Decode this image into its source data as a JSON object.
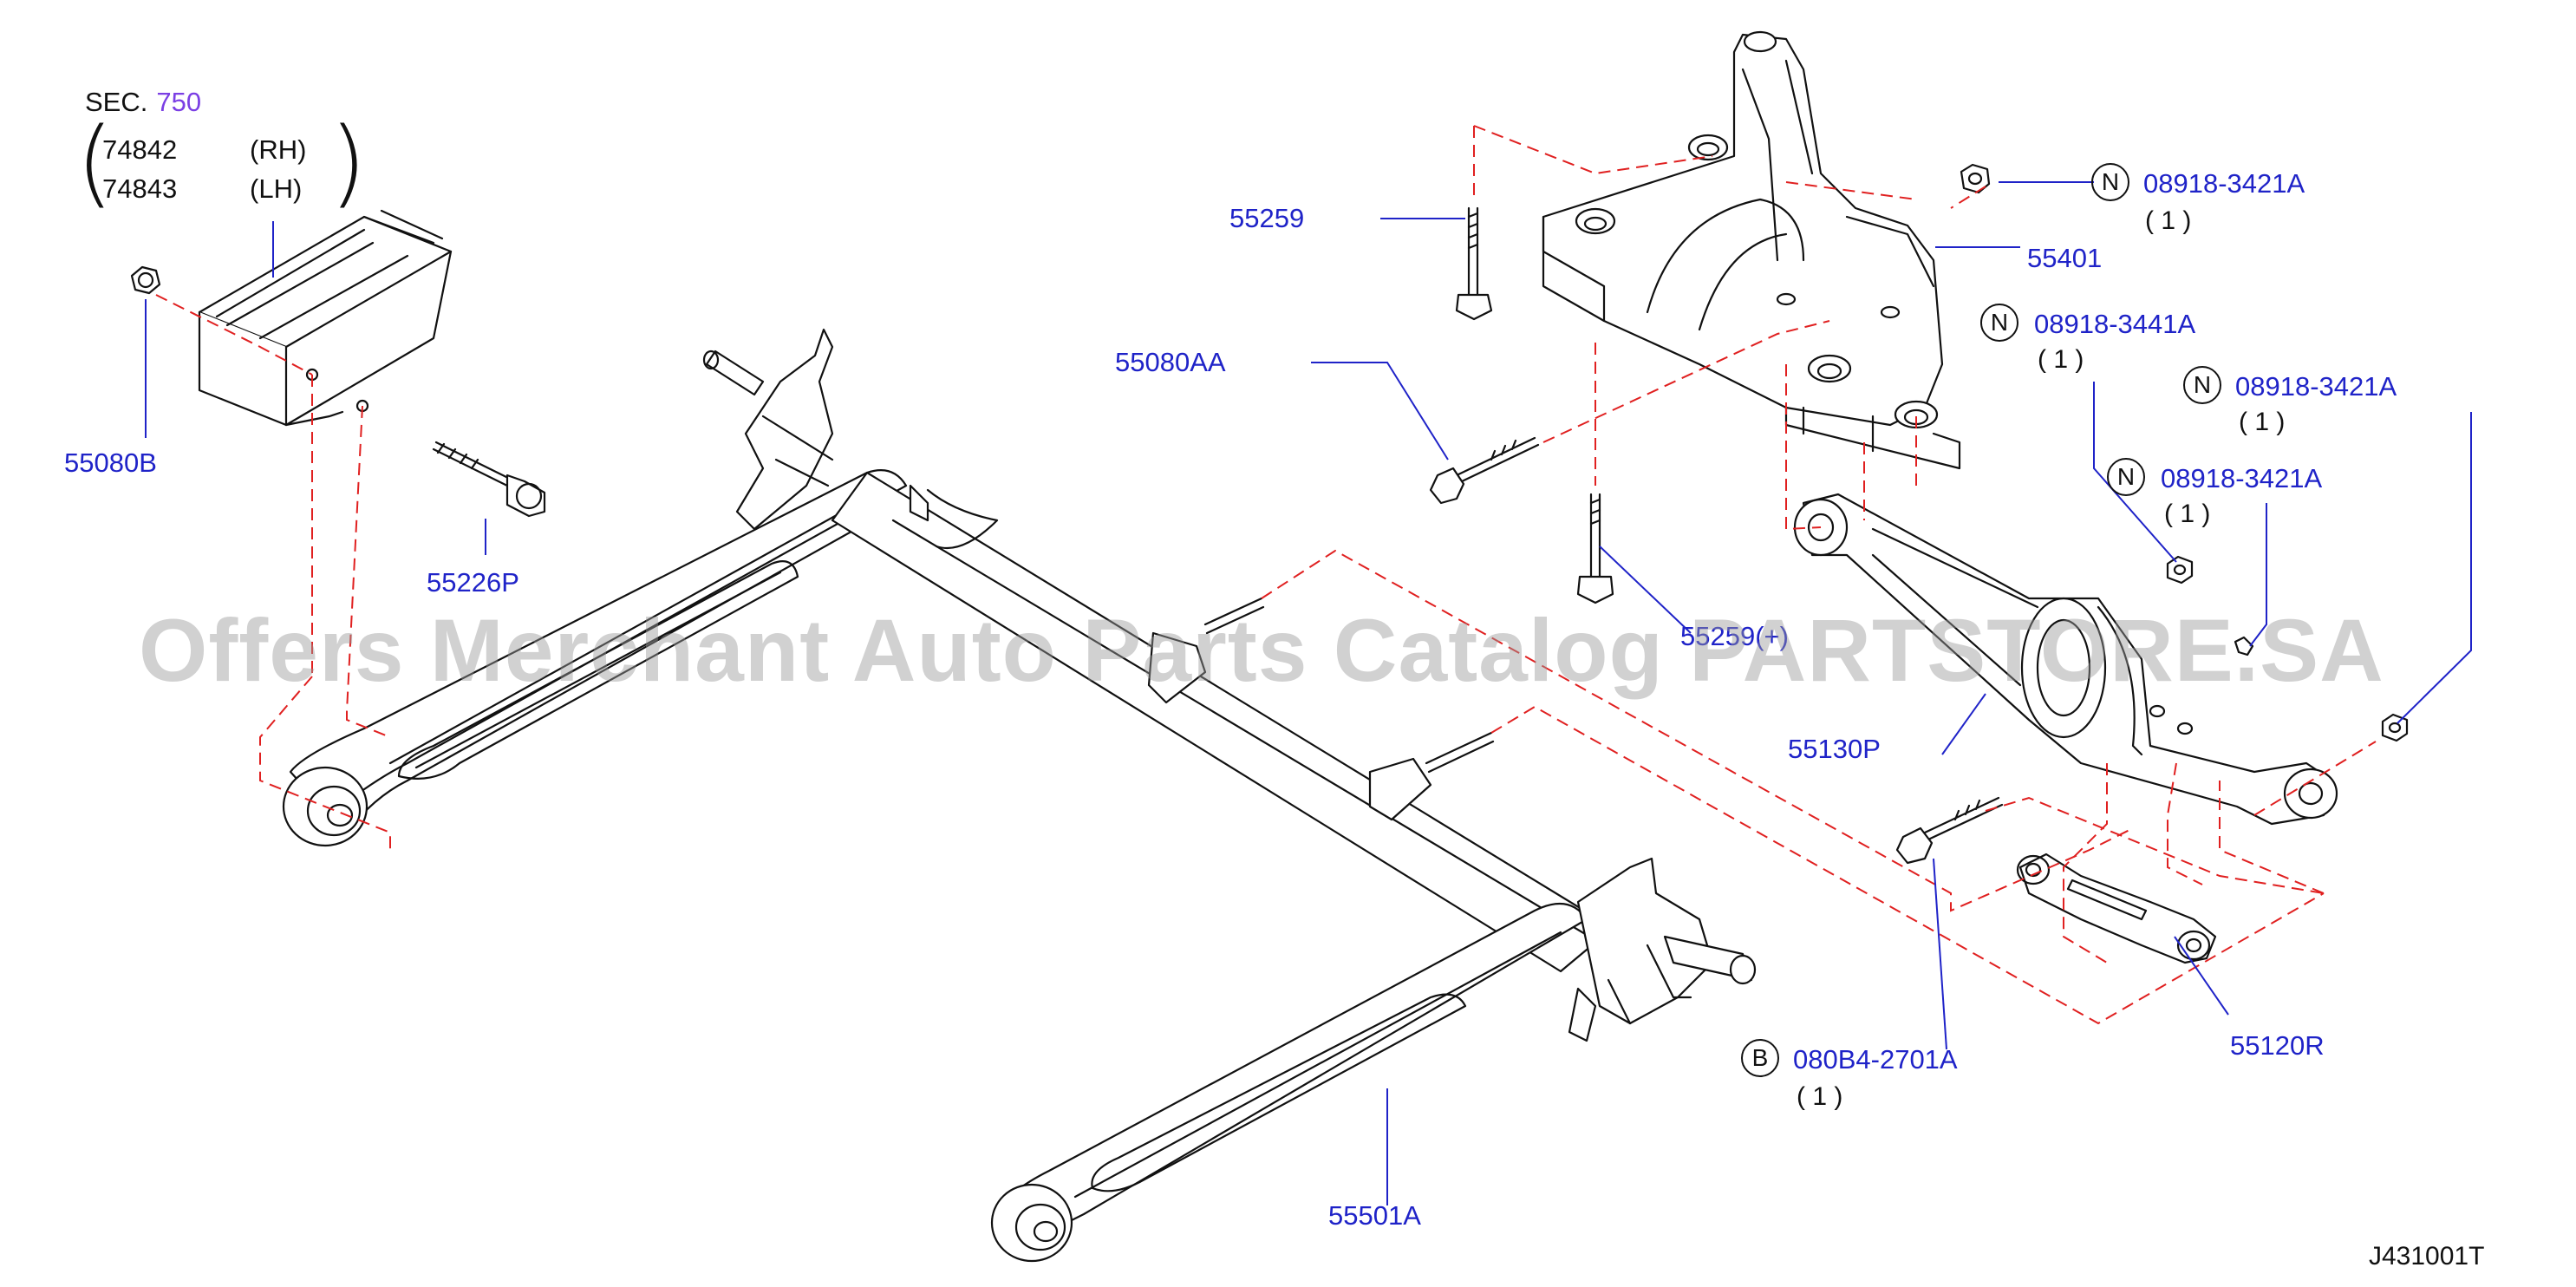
{
  "section_ref": {
    "prefix": "SEC.",
    "number": "750",
    "parts": [
      {
        "part": "74842",
        "side": "(RH)"
      },
      {
        "part": "74843",
        "side": "(LH)"
      }
    ]
  },
  "callouts": [
    {
      "id": "55080B",
      "text": "55080B"
    },
    {
      "id": "55226P",
      "text": "55226P"
    },
    {
      "id": "55259",
      "text": "55259"
    },
    {
      "id": "55080AA",
      "text": "55080AA"
    },
    {
      "id": "55401",
      "text": "55401"
    },
    {
      "id": "55259b",
      "text": "55259(+)"
    },
    {
      "id": "55130P",
      "text": "55130P"
    },
    {
      "id": "55120R",
      "text": "55120R"
    },
    {
      "id": "55501A",
      "text": "55501A"
    }
  ],
  "fasteners": [
    {
      "marker": "N",
      "part": "08918-3421A",
      "qty": "( 1 )"
    },
    {
      "marker": "N",
      "part": "08918-3441A",
      "qty": "( 1 )"
    },
    {
      "marker": "N",
      "part": "08918-3421A",
      "qty": "( 1 )"
    },
    {
      "marker": "N",
      "part": "08918-3421A",
      "qty": "( 1 )"
    },
    {
      "marker": "B",
      "part": "080B4-2701A",
      "qty": "( 1 )"
    }
  ],
  "watermark": "Offers Merchant Auto Parts Catalog PARTSTORE.SA",
  "figure_code": "J431001T",
  "colors": {
    "label_blue": "#1f23c8",
    "section_purple": "#7b3fe4",
    "dashed_red": "#e02020",
    "line_black": "#111111"
  }
}
